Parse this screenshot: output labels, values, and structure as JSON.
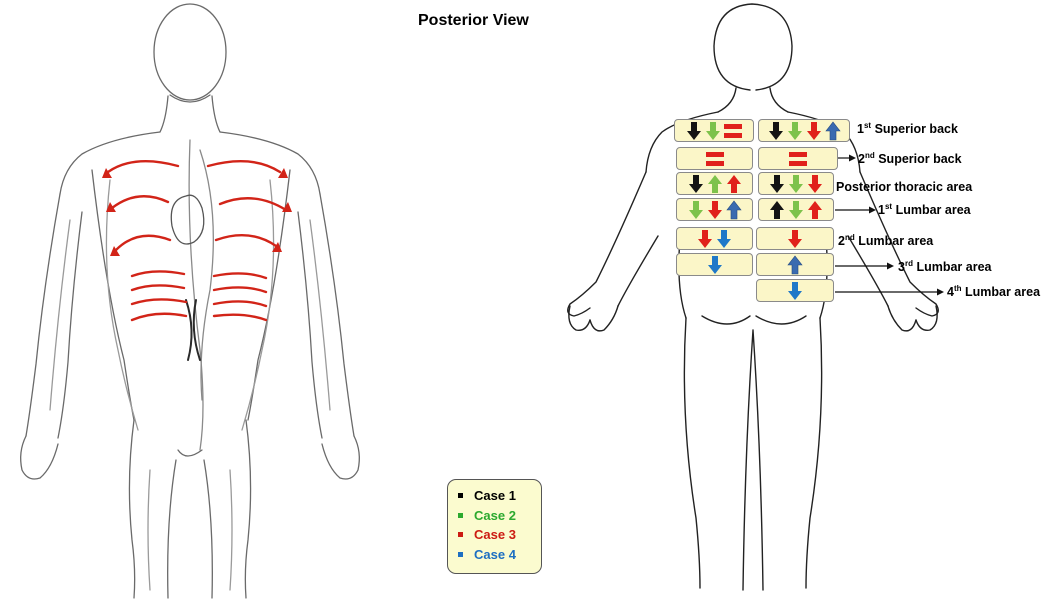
{
  "title": "Posterior View",
  "colors": {
    "case1": "#000000",
    "case2": "#2ca92f",
    "case3": "#cc1b12",
    "case4": "#1d6fc2",
    "arrow_black": "#141414",
    "arrow_green": "#7dc24b",
    "arrow_red": "#e0211b",
    "arrow_blue_dark": "#3a6bb0",
    "arrow_blue": "#1f78c8",
    "box_fill": "#fbf6c8"
  },
  "legend": [
    {
      "label": "Case 1",
      "color": "#000000"
    },
    {
      "label": "Case 2",
      "color": "#2ca92f"
    },
    {
      "label": "Case 3",
      "color": "#cc1b12"
    },
    {
      "label": "Case 4",
      "color": "#1d6fc2"
    }
  ],
  "zones": [
    {
      "ord": "1",
      "sup": "st",
      "name": "Superior back",
      "left": [
        "down-black",
        "down-green",
        "equal-red"
      ],
      "right": [
        "down-black",
        "down-green",
        "down-red",
        "up-blue"
      ]
    },
    {
      "ord": "2",
      "sup": "nd",
      "name": "Superior back",
      "left": [
        "equal-red"
      ],
      "right": [
        "equal-red"
      ]
    },
    {
      "ord": "",
      "sup": "",
      "name": "Posterior thoracic area",
      "left": [
        "down-black",
        "up-green",
        "up-red"
      ],
      "right": [
        "down-black",
        "down-green",
        "down-red"
      ]
    },
    {
      "ord": "1",
      "sup": "st",
      "name": "Lumbar area",
      "left": [
        "down-green",
        "down-red",
        "up-blue"
      ],
      "right": [
        "up-black",
        "down-green",
        "up-red"
      ]
    },
    {
      "ord": "2",
      "sup": "nd",
      "name": "Lumbar area",
      "left": [
        "down-red",
        "down-blue"
      ],
      "right": [
        "down-red"
      ]
    },
    {
      "ord": "3",
      "sup": "rd",
      "name": "Lumbar area",
      "left": [
        "down-blue"
      ],
      "right": [
        "up-blue"
      ]
    },
    {
      "ord": "4",
      "sup": "th",
      "name": "Lumbar area",
      "left": [],
      "right": [
        "down-blue"
      ]
    }
  ]
}
